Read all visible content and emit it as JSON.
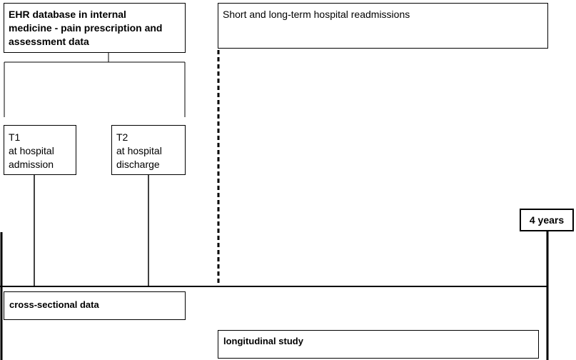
{
  "boxes": {
    "ehr_database": "EHR database in internal\nmedicine - pain prescription and\nassessment data",
    "readmissions": "Short and long-term hospital readmissions",
    "t1": "T1\nat hospital\nadmission",
    "t2": "T2\nat hospital\ndischarge",
    "four_years": "4 years",
    "cross_sectional": "cross-sectional data",
    "longitudinal": "longitudinal study"
  }
}
